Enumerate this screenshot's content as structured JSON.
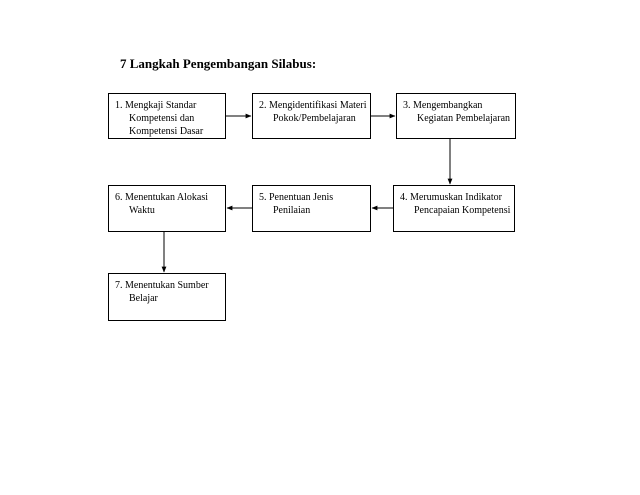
{
  "title": "7 Langkah Pengembangan Silabus:",
  "steps": [
    {
      "lines": [
        "1. Mengkaji Standar",
        "Kompetensi dan",
        "Kompetensi Dasar"
      ]
    },
    {
      "lines": [
        "2. Mengidentifikasi Materi",
        "Pokok/Pembelajaran"
      ]
    },
    {
      "lines": [
        "3. Mengembangkan",
        "Kegiatan Pembelajaran"
      ]
    },
    {
      "lines": [
        "4. Merumuskan Indikator",
        "Pencapaian Kompetensi"
      ]
    },
    {
      "lines": [
        "5. Penentuan Jenis",
        "Penilaian"
      ]
    },
    {
      "lines": [
        "6. Menentukan Alokasi",
        "Waktu"
      ]
    },
    {
      "lines": [
        "7. Menentukan Sumber",
        "Belajar"
      ]
    }
  ]
}
